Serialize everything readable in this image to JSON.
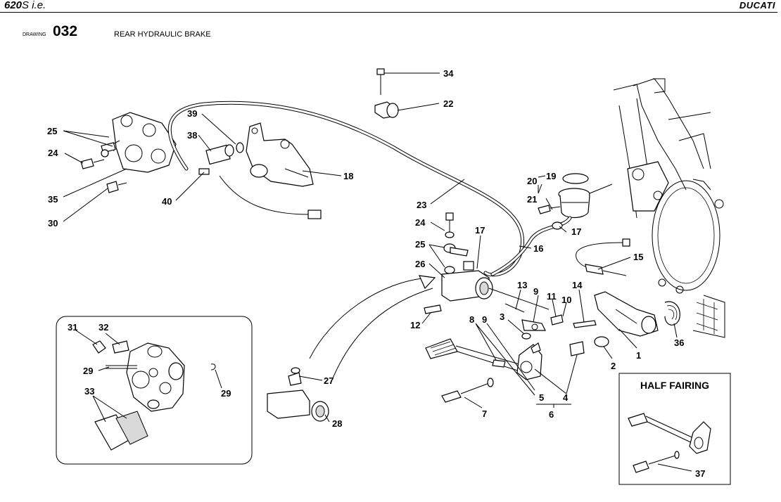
{
  "header": {
    "model_bold": "620",
    "model_rest": "S i.e.",
    "brand": "DUCATI"
  },
  "drawing": {
    "label": "DRAWING",
    "number": "032",
    "title": "REAR HYDRAULIC BRAKE"
  },
  "callouts": [
    "1",
    "2",
    "3",
    "4",
    "5",
    "6",
    "7",
    "8",
    "9",
    "9",
    "10",
    "11",
    "12",
    "13",
    "14",
    "15",
    "16",
    "17",
    "17",
    "18",
    "19",
    "20",
    "21",
    "22",
    "23",
    "24",
    "24",
    "25",
    "25",
    "26",
    "27",
    "28",
    "29",
    "29",
    "30",
    "31",
    "32",
    "33",
    "34",
    "35",
    "36",
    "37",
    "38",
    "39",
    "40"
  ],
  "half_fairing": {
    "title": "HALF FAIRING"
  }
}
